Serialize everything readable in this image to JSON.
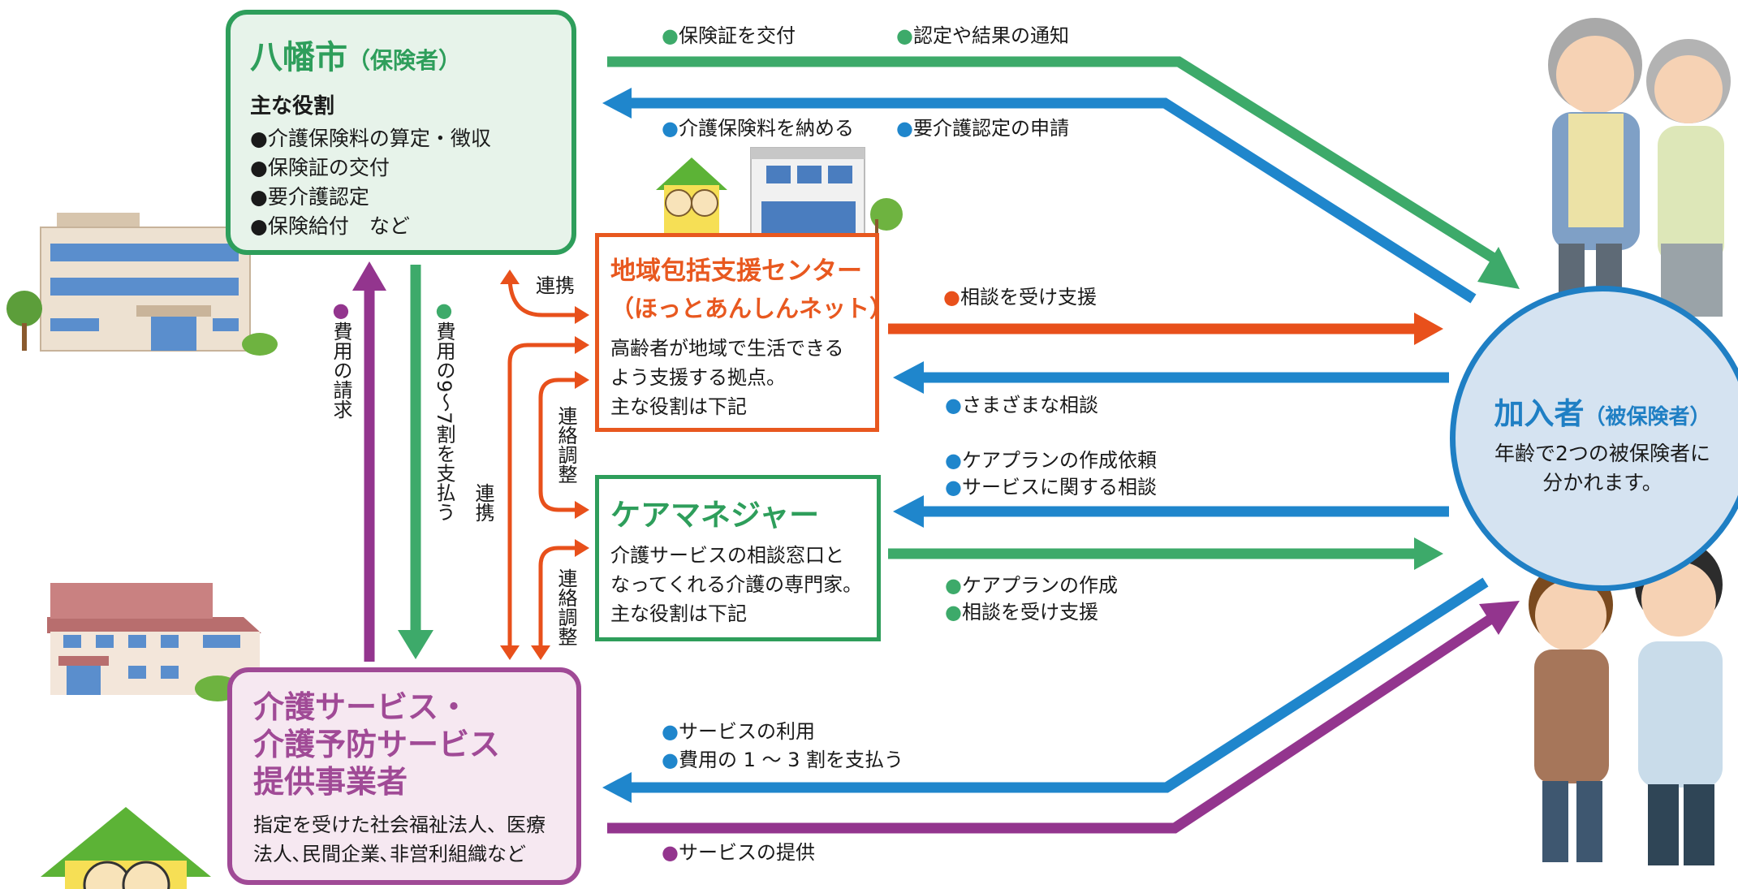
{
  "city": {
    "title": "八幡市",
    "subtitle": "（保険者）",
    "roles_heading": "主な役割",
    "roles": [
      "●介護保険料の算定・徴収",
      "●保険証の交付",
      "●要介護認定",
      "●保険給付　など"
    ]
  },
  "center": {
    "title": "地域包括支援センター",
    "subtitle": "（ほっとあんしんネット）",
    "desc": [
      "高齢者が地域で生活できる",
      "よう支援する拠点。",
      "主な役割は下記"
    ]
  },
  "care_manager": {
    "title": "ケアマネジャー",
    "desc": [
      "介護サービスの相談窓口と",
      "なってくれる介護の専門家。",
      "主な役割は下記"
    ]
  },
  "provider": {
    "title": [
      "介護サービス・",
      "介護予防サービス",
      "提供事業者"
    ],
    "desc": [
      "指定を受けた社会福祉法人、医療",
      "法人､民間企業､非営利組織など"
    ]
  },
  "member": {
    "title": "加入者",
    "subtitle": "（被保険者）",
    "desc": [
      "年齢で2つの被保険者に",
      "分かれます。"
    ]
  },
  "labels": {
    "issue_card": "保険証を交付",
    "notify": "認定や結果の通知",
    "pay_premium": "介護保険料を納める",
    "apply_cert": "要介護認定の申請",
    "consult_support": "相談を受け支援",
    "various_consult": "さまざまな相談",
    "careplan_request": "ケアプランの作成依頼",
    "service_consult": "サービスに関する相談",
    "careplan_make": "ケアプランの作成",
    "consult_support2": "相談を受け支援",
    "service_use": "サービスの利用",
    "pay_copay": "費用の 1 ～ 3 割を支払う",
    "service_provide": "サービスの提供",
    "cost_claim": "費用の請求",
    "pay_90_70": "費用の9～7割を支払う",
    "cooperation1": "連携",
    "cooperation2": "連携",
    "coordination1": "連絡調整",
    "coordination2": "連絡調整"
  },
  "colors": {
    "green": "#3daa6a",
    "blue": "#1f86cc",
    "orange": "#e8501b",
    "purple": "#93358e"
  }
}
